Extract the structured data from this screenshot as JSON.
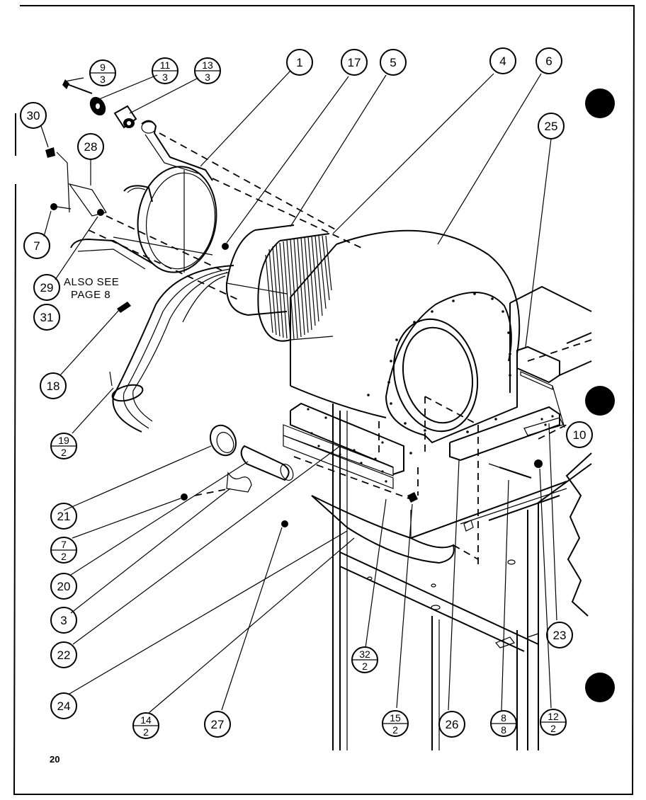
{
  "diagram": {
    "callouts": [
      {
        "id": "c1",
        "label": "1"
      },
      {
        "id": "c17",
        "label": "17"
      },
      {
        "id": "c5",
        "label": "5"
      },
      {
        "id": "c4",
        "label": "4"
      },
      {
        "id": "c6",
        "label": "6"
      },
      {
        "id": "c25",
        "label": "25"
      },
      {
        "id": "c30",
        "label": "30"
      },
      {
        "id": "c28",
        "label": "28"
      },
      {
        "id": "c7",
        "label": "7"
      },
      {
        "id": "c29",
        "label": "29"
      },
      {
        "id": "c31",
        "label": "31"
      },
      {
        "id": "c18",
        "label": "18"
      },
      {
        "id": "c10",
        "label": "10"
      },
      {
        "id": "c21",
        "label": "21"
      },
      {
        "id": "c20",
        "label": "20"
      },
      {
        "id": "c3",
        "label": "3"
      },
      {
        "id": "c22",
        "label": "22"
      },
      {
        "id": "c23",
        "label": "23"
      },
      {
        "id": "c24",
        "label": "24"
      },
      {
        "id": "c27",
        "label": "27"
      },
      {
        "id": "c26",
        "label": "26"
      }
    ],
    "fraction_callouts": [
      {
        "id": "f9_3",
        "top": "9",
        "bottom": "3"
      },
      {
        "id": "f11_3",
        "top": "11",
        "bottom": "3"
      },
      {
        "id": "f13_3",
        "top": "13",
        "bottom": "3"
      },
      {
        "id": "f19_2",
        "top": "19",
        "bottom": "2"
      },
      {
        "id": "f7_2",
        "top": "7",
        "bottom": "2"
      },
      {
        "id": "f32_2",
        "top": "32",
        "bottom": "2"
      },
      {
        "id": "f14_2",
        "top": "14",
        "bottom": "2"
      },
      {
        "id": "f15_2",
        "top": "15",
        "bottom": "2"
      },
      {
        "id": "f8_8",
        "top": "8",
        "bottom": "8"
      },
      {
        "id": "f12_2",
        "top": "12",
        "bottom": "2"
      }
    ],
    "note_line1": "ALSO SEE",
    "note_line2": "PAGE 8",
    "page_number": "20"
  }
}
